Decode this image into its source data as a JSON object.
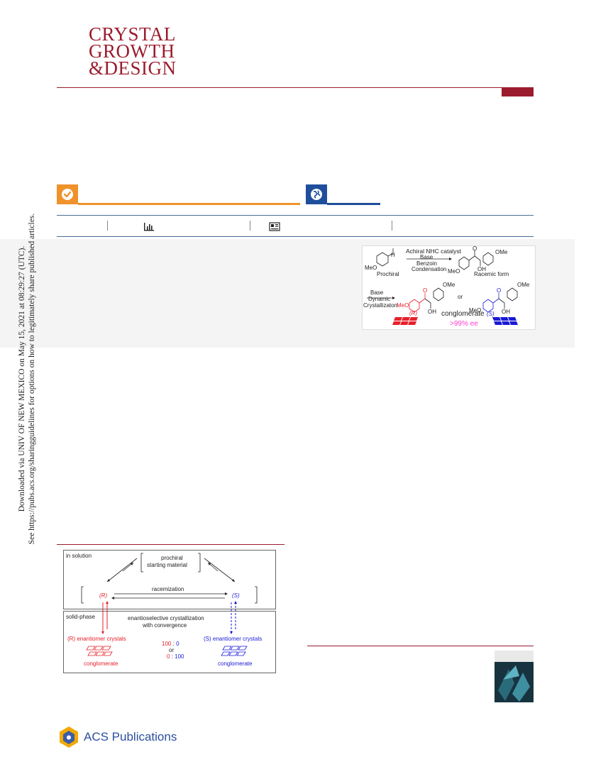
{
  "journal": {
    "name_line1": "CRYSTAL",
    "name_line2": "GROWTH",
    "name_line3": "&DESIGN"
  },
  "side_note": {
    "line1": "Downloaded via UNIV OF NEW MEXICO on May 15, 2021 at 08:29:27 (UTC).",
    "line2": "See https://pubs.acs.org/sharingguidelines for options on how to legitimately share published articles."
  },
  "toc_graphic": {
    "catalyst": "Achiral NHC catalyst",
    "base1": "Base",
    "reaction1": "Benzoin",
    "reaction2": "Condensation",
    "meo1": "MeO",
    "h": "H",
    "prochiral": "Prochiral",
    "meo2": "MeO",
    "ome1": "OMe",
    "oh1": "OH",
    "racemic": "Racemic form",
    "base2": "Base",
    "dynamic1": "Dynamic",
    "dynamic2": "Crystallizaton",
    "meo3": "MeO",
    "ome2": "OMe",
    "oh2": "OH",
    "r_label": "(R)",
    "or": "or",
    "meo4": "MeO",
    "ome3": "OMe",
    "oh3": "OH",
    "s_label": "(S)",
    "conglomerate": "conglomerate",
    "ee": ">99% ee",
    "o1": "O",
    "o2": "O",
    "o3": "O"
  },
  "scheme": {
    "in_solution": "in solution",
    "starting1": "prochiral",
    "starting2": "starting material",
    "r": "(R)",
    "s": "(S)",
    "racemization": "racemization",
    "solid_phase": "solid-phase",
    "crystallization1": "enantioselective crystallization",
    "crystallization2": "with convergence",
    "r_crystals": "(R) enantiomer crystals",
    "s_crystals": "(S) enantiomer crystals",
    "ratio1a": "100",
    "ratio1b": "0",
    "or": "or",
    "ratio2a": "0",
    "ratio2b": "100",
    "colon": ":",
    "conglomerate_r": "conglomerate",
    "conglomerate_s": "conglomerate"
  },
  "publisher": {
    "name": "ACS Publications"
  },
  "colors": {
    "brand_red": "#9b1c2e",
    "open_access_orange": "#f0922b",
    "globe_blue": "#1f4f9c",
    "r_red": "#e8202a",
    "s_blue": "#1a1ad6",
    "ee_magenta": "#ff3fd0"
  }
}
